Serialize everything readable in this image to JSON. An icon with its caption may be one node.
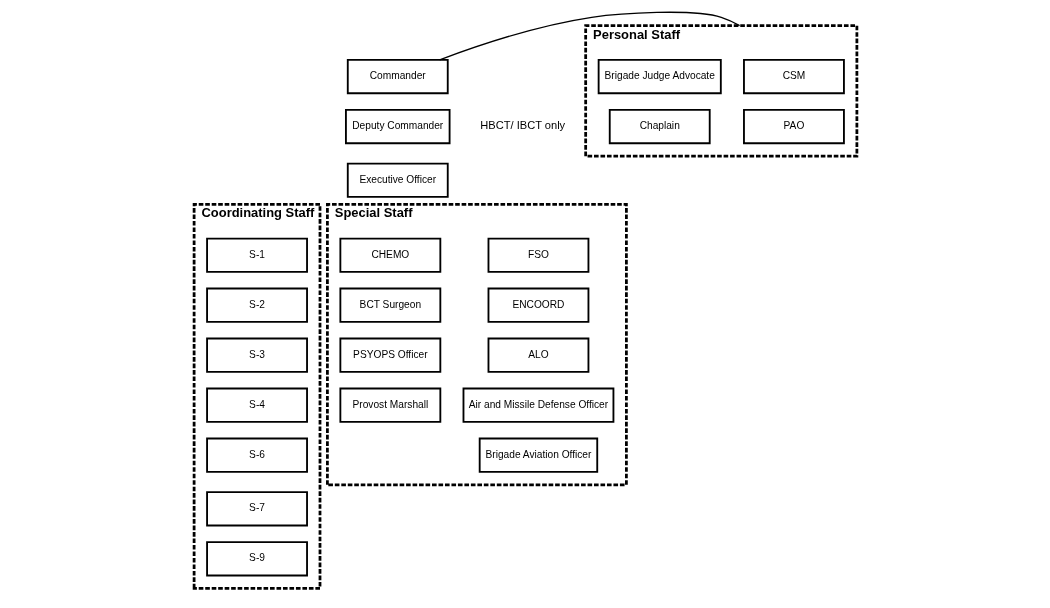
{
  "diagram": {
    "nodes": [
      {
        "text": [
          "Commander"
        ]
      },
      {
        "text": [
          "Deputy Commander"
        ],
        "beside": [
          "HBCT/ IBCT only"
        ]
      },
      {
        "text": [
          "Executive Officer"
        ]
      },
      {
        "text": [
          "Personal Staff"
        ]
      },
      {
        "text": [
          "CSM"
        ],
        "in": 3
      },
      {
        "text": [
          "Brigade Judge Advocate"
        ],
        "in": 3
      },
      {
        "text": [
          "PAO"
        ],
        "in": 3
      },
      {
        "text": [
          "Chaplain"
        ],
        "in": 3
      },
      {
        "text": [
          "Coordinating Staff"
        ]
      },
      {
        "text": [
          "S-1"
        ],
        "in": 8
      },
      {
        "text": [
          "S-2"
        ],
        "in": 8
      },
      {
        "text": [
          "S-3"
        ],
        "in": 8
      },
      {
        "text": [
          "S-4"
        ],
        "in": 8
      },
      {
        "text": [
          "S-6"
        ],
        "in": 8
      },
      {
        "text": [
          "S-7"
        ],
        "in": 8
      },
      {
        "text": [
          "S-9"
        ],
        "in": 8
      },
      {
        "text": [
          "Special Staff"
        ]
      },
      {
        "text": [
          "FSO"
        ],
        "in": 16
      },
      {
        "text": [
          "CHEMO"
        ],
        "in": 16
      },
      {
        "text": [
          "ENCOORD"
        ],
        "in": 16
      },
      {
        "text": [
          "BCT Surgeon"
        ],
        "in": 16
      },
      {
        "text": [
          "ALO"
        ],
        "in": 16
      },
      {
        "text": [
          "PSYOPS Officer"
        ],
        "in": 16
      },
      {
        "text": [
          "Air and Missile Defense Officer"
        ],
        "in": 16
      },
      {
        "text": [
          "Provost Marshall"
        ],
        "in": 16
      },
      {
        "text": [
          "Brigade Aviation Officer"
        ],
        "in": 16
      }
    ],
    "edges": [
      {
        "from": 0,
        "to": 3,
        "arrow": "none"
      }
    ]
  }
}
